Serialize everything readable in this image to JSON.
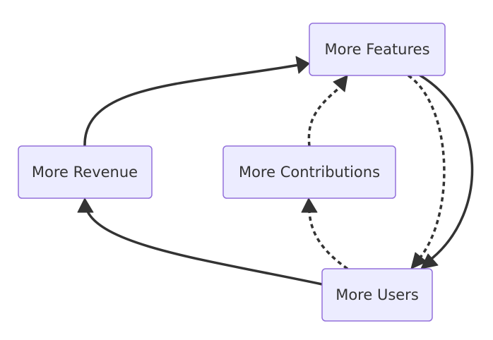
{
  "diagram": {
    "nodes": {
      "features": {
        "label": "More Features"
      },
      "revenue": {
        "label": "More Revenue"
      },
      "contributions": {
        "label": "More Contributions"
      },
      "users": {
        "label": "More Users"
      }
    },
    "edges": [
      {
        "from": "revenue",
        "to": "features",
        "style": "solid"
      },
      {
        "from": "contributions",
        "to": "features",
        "style": "dashed"
      },
      {
        "from": "features",
        "to": "users",
        "style": "dashed"
      },
      {
        "from": "features",
        "to": "users",
        "style": "solid"
      },
      {
        "from": "users",
        "to": "contributions",
        "style": "dashed"
      },
      {
        "from": "users",
        "to": "revenue",
        "style": "solid"
      }
    ],
    "colors": {
      "node_fill": "#ececff",
      "node_border": "#9370db",
      "text": "#333333",
      "edge": "#333333"
    }
  }
}
